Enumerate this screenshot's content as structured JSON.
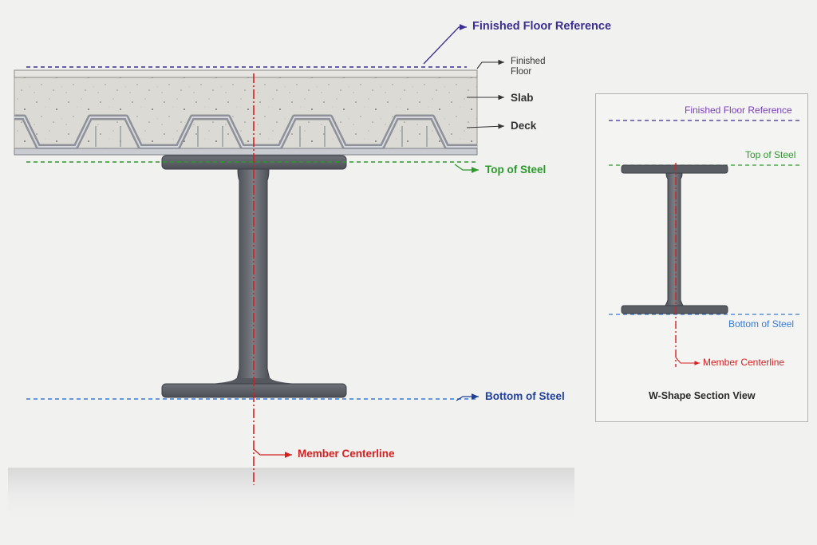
{
  "main_view": {
    "labels": {
      "finished_floor_reference": "Finished Floor Reference",
      "finished_floor_line1": "Finished",
      "finished_floor_line2": "Floor",
      "slab": "Slab",
      "deck": "Deck",
      "top_of_steel": "Top of Steel",
      "bottom_of_steel": "Bottom of Steel",
      "member_centerline": "Member Centerline"
    }
  },
  "inset": {
    "title": "W-Shape Section View",
    "labels": {
      "finished_floor_reference": "Finished Floor Reference",
      "top_of_steel": "Top of Steel",
      "bottom_of_steel": "Bottom of Steel",
      "member_centerline": "Member Centerline"
    }
  },
  "colors": {
    "finished_floor_reference": "#3a2f8f",
    "inset_finished_floor_reference": "#7a3fb8",
    "top_of_steel": "#2a9a2a",
    "bottom_of_steel": "#3a7bd5",
    "bottom_of_steel_text": "#1f3f9a",
    "member_centerline": "#d42020",
    "steel": "#5e6268",
    "concrete": "#dcdad5"
  }
}
